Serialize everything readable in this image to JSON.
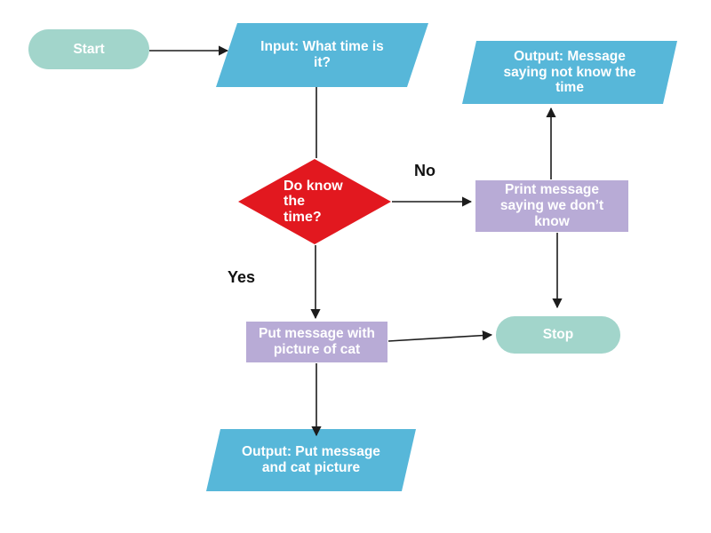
{
  "colors": {
    "background": "#ffffff",
    "terminator": "#a2d5cb",
    "io": "#57b7d9",
    "process": "#b8abd6",
    "decision": "#e2181f",
    "line": "#1c1c1c",
    "node_text": "#ffffff",
    "label_text": "#111111"
  },
  "nodes": {
    "start": {
      "type": "terminator",
      "label": "Start",
      "lines": [
        "Start"
      ]
    },
    "input_time": {
      "type": "input-output",
      "label": "Input: What time is it?",
      "lines": [
        "Input: What time is",
        "it?"
      ]
    },
    "decision_know_time": {
      "type": "decision",
      "label": "Do know the time?",
      "lines": [
        "Do know",
        "the",
        "time?"
      ]
    },
    "print_dont_know": {
      "type": "process",
      "label": "Print message saying we don’t know",
      "lines": [
        "Print message",
        "saying we don’t",
        "know"
      ]
    },
    "output_not_know": {
      "type": "input-output",
      "label": "Output: Message saying not know the time",
      "lines": [
        "Output: Message",
        "saying not know the",
        "time"
      ]
    },
    "put_cat_message": {
      "type": "process",
      "label": "Put message with picture of cat",
      "lines": [
        "Put message with",
        "picture of cat"
      ]
    },
    "stop": {
      "type": "terminator",
      "label": "Stop",
      "lines": [
        "Stop"
      ]
    },
    "output_cat_picture": {
      "type": "input-output",
      "label": "Output: Put message and cat picture",
      "lines": [
        "Output: Put message",
        "and cat picture"
      ]
    }
  },
  "edge_labels": {
    "no": "No",
    "yes": "Yes"
  }
}
